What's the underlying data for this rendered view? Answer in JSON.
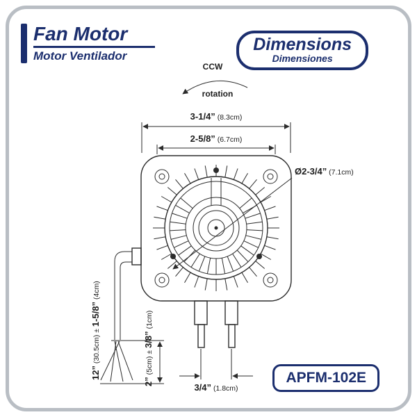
{
  "header": {
    "title": "Fan Motor",
    "subtitle": "Motor Ventilador"
  },
  "badge": {
    "title": "Dimensions",
    "subtitle": "Dimensiones"
  },
  "model": "APFM-102E",
  "rotation": {
    "dir": "CCW",
    "word": "rotation"
  },
  "dims": {
    "width_outer_in": "3-1/4”",
    "width_outer_cm": " (8.3cm)",
    "width_inner_in": "2-5/8”",
    "width_inner_cm": " (6.7cm)",
    "diameter_in": "Ø2-3/4”",
    "diameter_cm": " (7.1cm)",
    "wire12_b": "12”",
    "wire12_r": " (30.5cm) ± ",
    "wire158_b": "1-5/8”",
    "wire158_r": " (4cm)",
    "strip2_b": "2”",
    "strip2_r": " (5cm) ± ",
    "strip38_b": "3/8”",
    "strip38_r": " (1cm)",
    "stud_in": "3/4”",
    "stud_cm": " (1.8cm)"
  },
  "colors": {
    "navy": "#1b2e6e",
    "line": "#2b2b2b",
    "frame": "#b9bec4"
  }
}
